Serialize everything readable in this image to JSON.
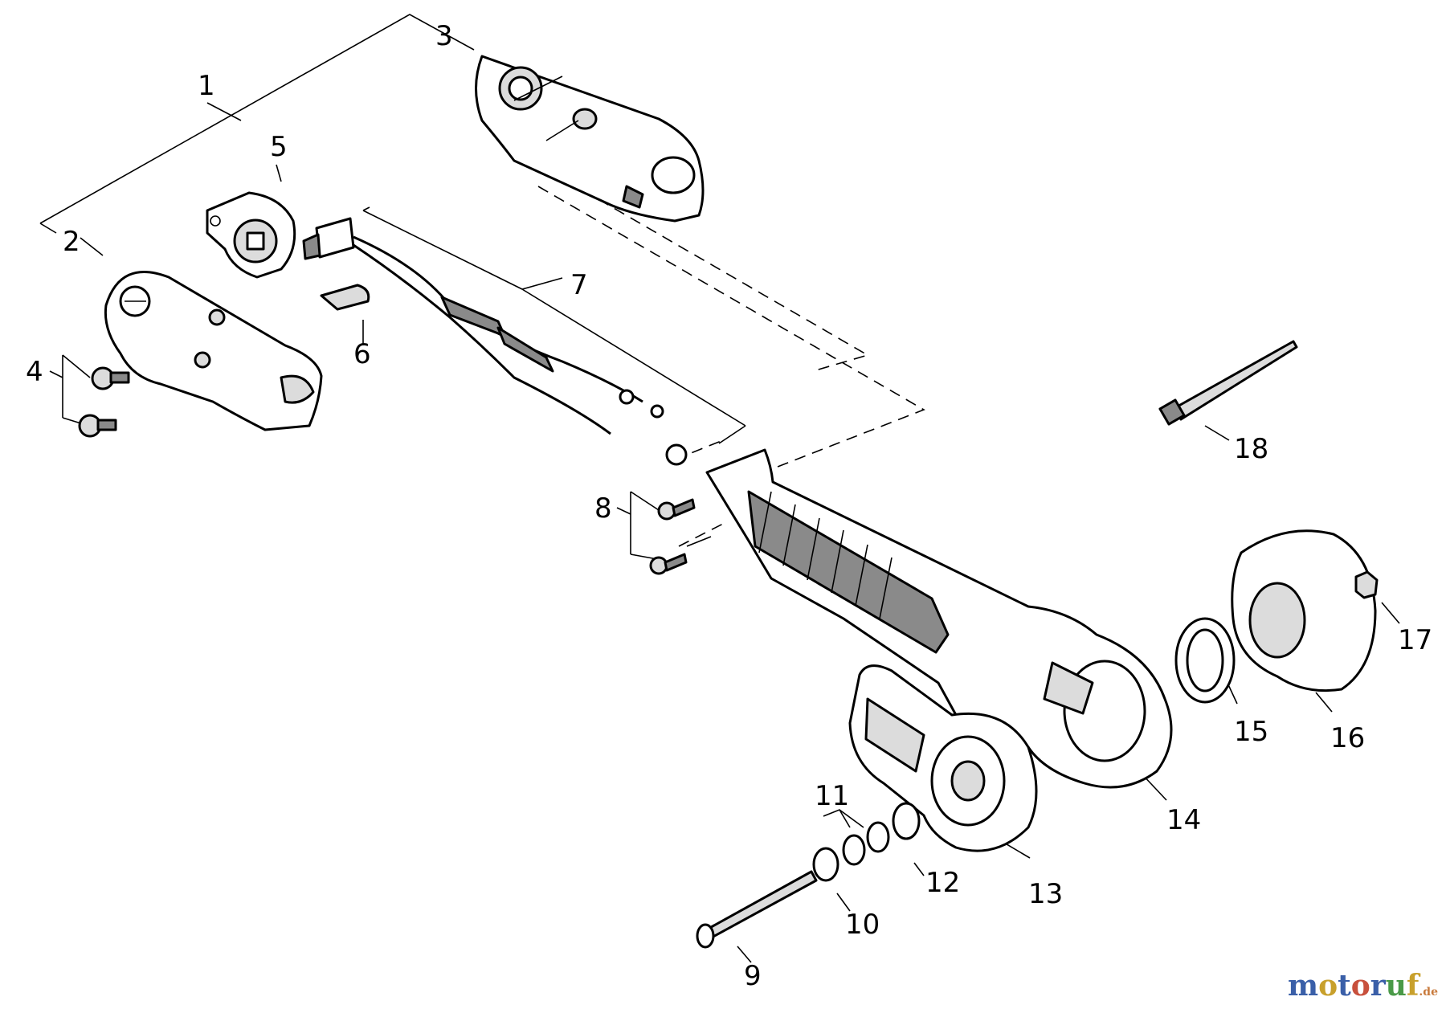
{
  "callouts": {
    "c1": "1",
    "c2": "2",
    "c3": "3",
    "c4": "4",
    "c5": "5",
    "c6": "6",
    "c7": "7",
    "c8": "8",
    "c9": "9",
    "c10": "10",
    "c11": "11",
    "c12": "12",
    "c13": "13",
    "c14": "14",
    "c15": "15",
    "c16": "16",
    "c17": "17",
    "c18": "18"
  },
  "watermark": {
    "letters": [
      "m",
      "o",
      "t",
      "o",
      "r",
      "u",
      "f"
    ],
    "letter_colors": [
      "#3a5fa8",
      "#c8a02c",
      "#3a5fa8",
      "#c8503c",
      "#3a5fa8",
      "#4a9a48",
      "#c8a02c"
    ],
    "tld": ".de"
  }
}
